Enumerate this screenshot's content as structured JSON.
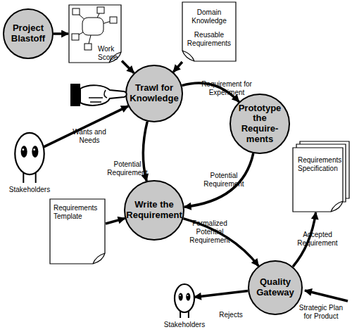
{
  "diagram": {
    "nodes": [
      {
        "text": [
          "Project Blastoff"
        ]
      },
      {
        "text": [
          "Work Scope"
        ]
      },
      {
        "text": [
          "Domain Knowledge",
          "Reusable Requirements"
        ]
      },
      {
        "text": [
          "Trawl for Knowledge"
        ]
      },
      {
        "text": [
          "Prototype the Require- ments"
        ]
      },
      {
        "text": [
          "Stakeholders"
        ]
      },
      {
        "text": [
          "Requirements Template"
        ]
      },
      {
        "text": [
          "Write the Requirement"
        ]
      },
      {
        "text": [
          "Requirements Specification"
        ]
      },
      {
        "text": [
          "Quality Gateway"
        ]
      },
      {
        "text": [
          "Stakeholders"
        ]
      }
    ],
    "edges": [
      {
        "from": 0,
        "to": 1,
        "arrow": "to"
      },
      {
        "from": 1,
        "to": 3,
        "arrow": "to"
      },
      {
        "from": 2,
        "to": 3,
        "arrow": "to"
      },
      {
        "from": 3,
        "to": 4,
        "label": "Requirement for Experiment",
        "arrow": "to"
      },
      {
        "from": 5,
        "to": 3,
        "label": "Wants and Needs",
        "arrow": "to"
      },
      {
        "from": 3,
        "to": 7,
        "label": "Potential Requirement",
        "arrow": "to"
      },
      {
        "from": 4,
        "to": 7,
        "label": "Potential Requirement",
        "arrow": "to"
      },
      {
        "from": 6,
        "to": 7,
        "arrow": "to"
      },
      {
        "from": 7,
        "to": 9,
        "label": "Formalized Potential Requirement",
        "arrow": "to"
      },
      {
        "from": 9,
        "to": 8,
        "label": "Accepted Requirement",
        "arrow": "to"
      },
      {
        "from": 9,
        "to": 10,
        "label": "Rejects",
        "arrow": "to"
      }
    ],
    "labels": [
      "Strategic Plan for Product"
    ]
  }
}
